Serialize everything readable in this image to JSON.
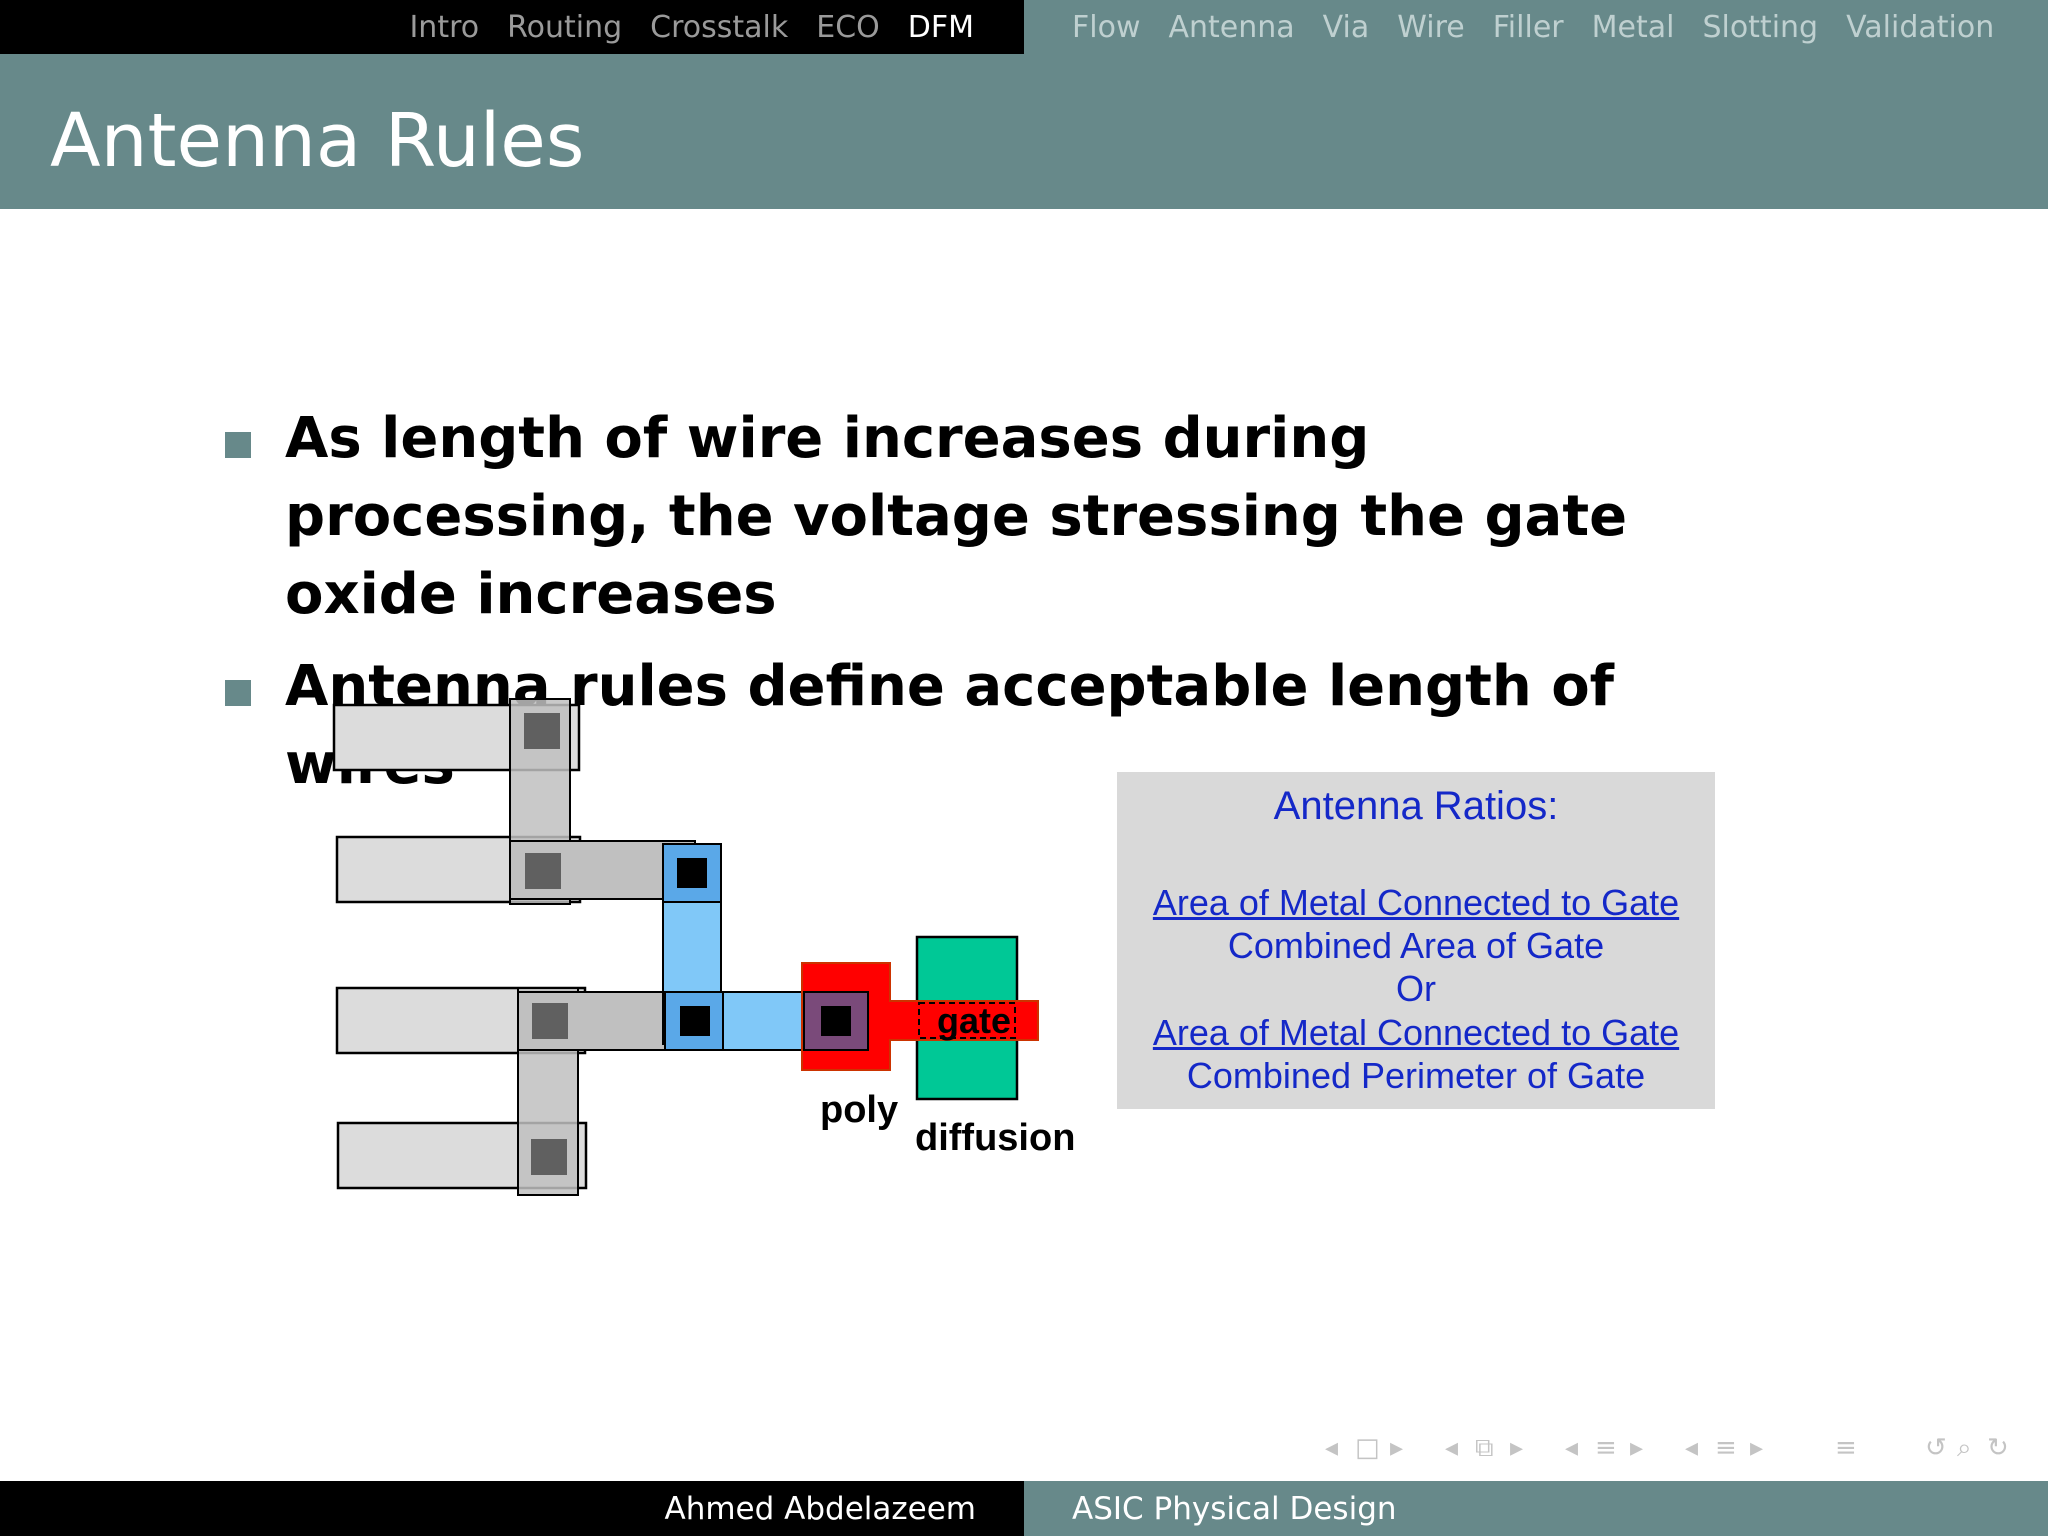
{
  "nav": {
    "left_sections": [
      "Intro",
      "Routing",
      "Crosstalk",
      "ECO",
      "DFM"
    ],
    "left_active": "DFM",
    "right_subsections": [
      "Flow",
      "Antenna",
      "Via",
      "Wire",
      "Filler",
      "Metal",
      "Slotting",
      "Validation"
    ],
    "right_active": "Antenna"
  },
  "slide": {
    "title": "Antenna Rules",
    "bullets": [
      "As length of wire increases during processing, the voltage stressing the gate oxide increases",
      "Antenna rules define acceptable length of wires"
    ]
  },
  "diagram": {
    "labels": {
      "gate": "gate",
      "poly": "poly",
      "diffusion": "diffusion"
    },
    "colors": {
      "metal1": "#dcdcdc",
      "metal2": "#c0c0c0",
      "via_gray": "#606060",
      "metal3": "#80c8f8",
      "contact": "#000000",
      "poly": "#ff0000",
      "poly_contact_bg": "#7a4a7a",
      "diffusion": "#00c896"
    }
  },
  "ratio_box": {
    "title": "Antenna Ratios:",
    "ratio1_numerator": "Area of Metal Connected to Gate",
    "ratio1_denominator": "Combined Area of Gate",
    "separator": "Or",
    "ratio2_numerator": "Area of Metal Connected to Gate",
    "ratio2_denominator": "Combined Perimeter of Gate"
  },
  "footer": {
    "author": "Ahmed Abdelazeem",
    "course": "ASIC Physical Design"
  },
  "nav_symbols": {
    "prev_arrow": "◂",
    "next_arrow": "▸",
    "frame_icon": "□",
    "subsection_icon": "⧉",
    "section_icon": "≡",
    "search_icon": "⌕",
    "back_icon": "↺",
    "forward_icon": "↻"
  }
}
